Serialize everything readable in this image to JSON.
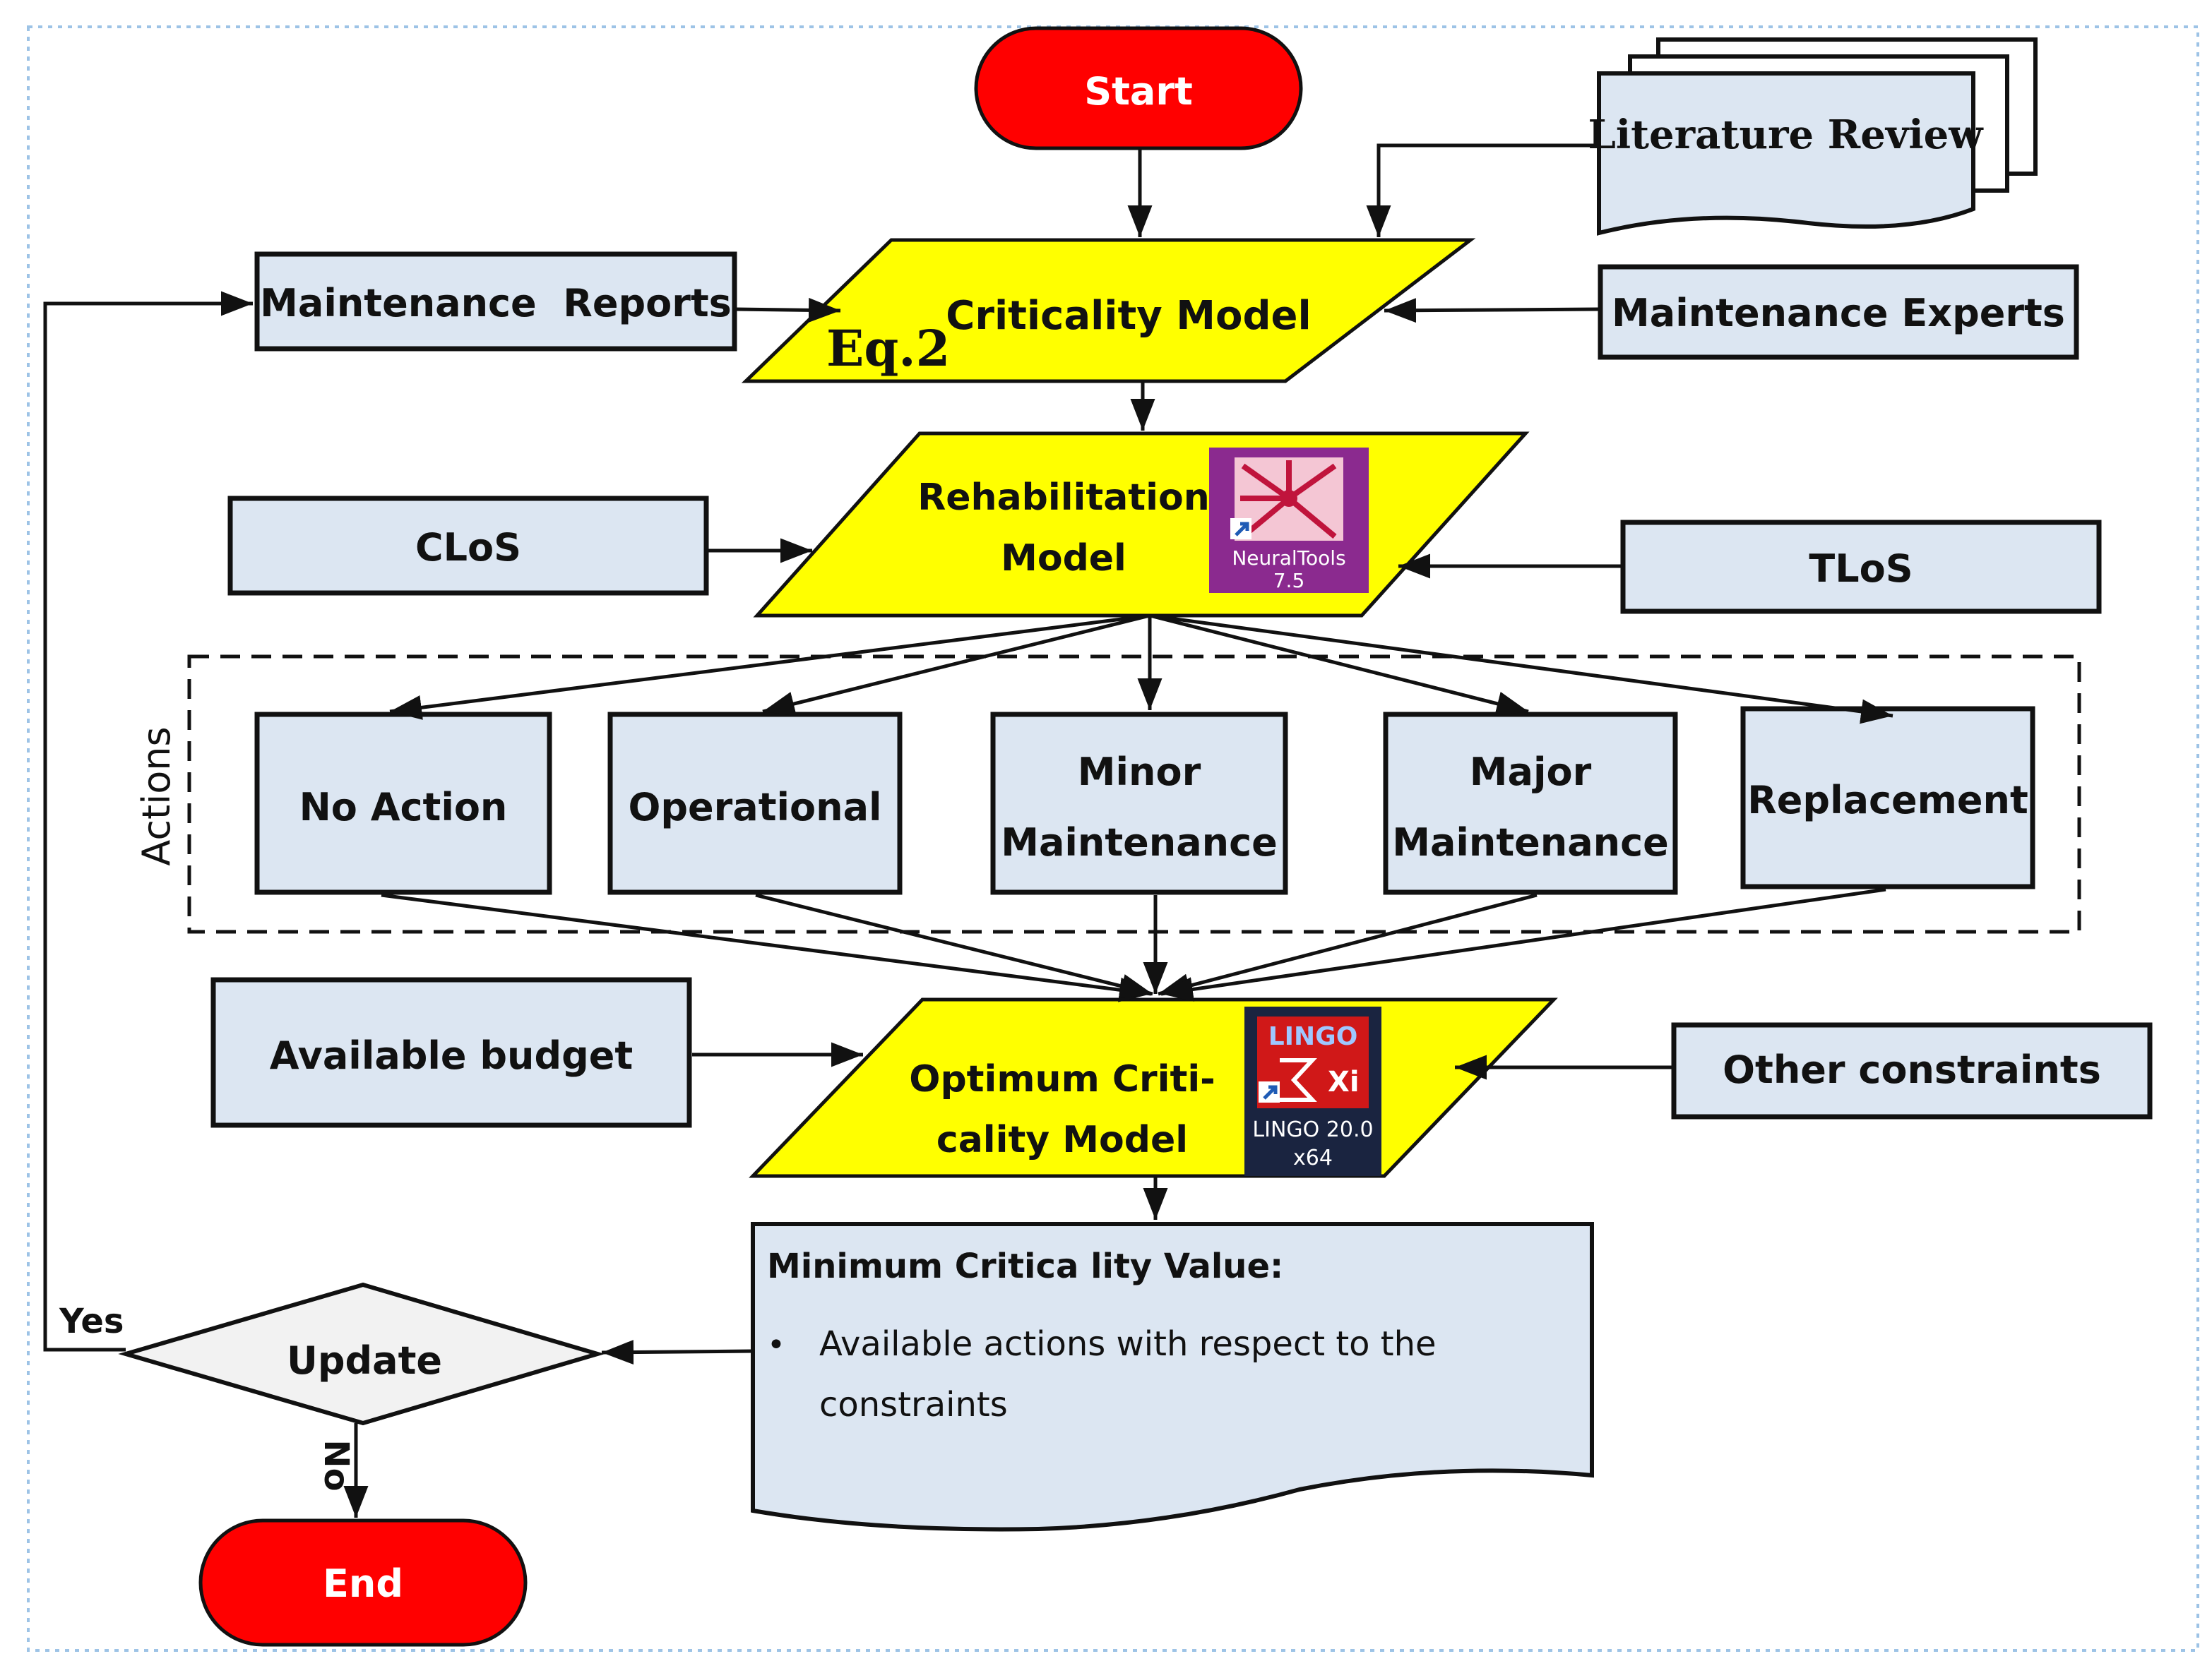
{
  "start": "Start",
  "end": "End",
  "literature_review": "Literature Review",
  "maintenance_reports": "Maintenance  Reports",
  "maintenance_experts": "Maintenance Experts",
  "criticality_model": "Criticality Model",
  "eq_label": "Eq.2",
  "rehabilitation_model": {
    "line1": "Rehabilitation",
    "line2": "Model"
  },
  "neuraltools_icon": {
    "line1": "NeuralTools",
    "line2": "7.5"
  },
  "clos": "CLoS",
  "tlos": "TLoS",
  "actions_label": "Actions",
  "actions": {
    "no_action": "No Action",
    "operational": "Operational",
    "minor_line1": "Minor",
    "minor_line2": "Maintenance",
    "major_line1": "Major",
    "major_line2": "Maintenance",
    "replacement": "Replacement"
  },
  "available_budget": "Available budget",
  "other_constraints": "Other constraints",
  "optimum_model": {
    "line1": "Optimum Criti-",
    "line2": "cality Model"
  },
  "lingo_icon": {
    "title": "LINGO",
    "symbol": "Xi",
    "line1": "LINGO 20.0",
    "line2": "x64"
  },
  "min_criticality": {
    "title": "Minimum Critica lity Value:",
    "bullet": "•",
    "line1": "Available actions with respect to the",
    "line2": "constraints"
  },
  "update": "Update",
  "yes": "Yes",
  "no": "No"
}
